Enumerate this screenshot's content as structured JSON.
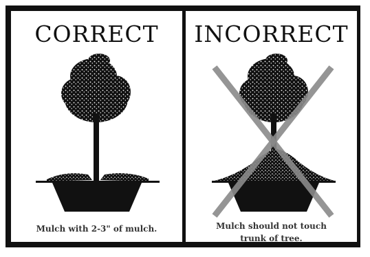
{
  "panels": {
    "correct": {
      "title": "CORRECT",
      "caption": "Mulch with 2-3\" of mulch."
    },
    "incorrect": {
      "title": "INCORRECT",
      "caption_line1": "Mulch should not touch",
      "caption_line2": "trunk of tree."
    }
  },
  "colors": {
    "ink": "#111111",
    "cross": "#8a8a8a"
  }
}
